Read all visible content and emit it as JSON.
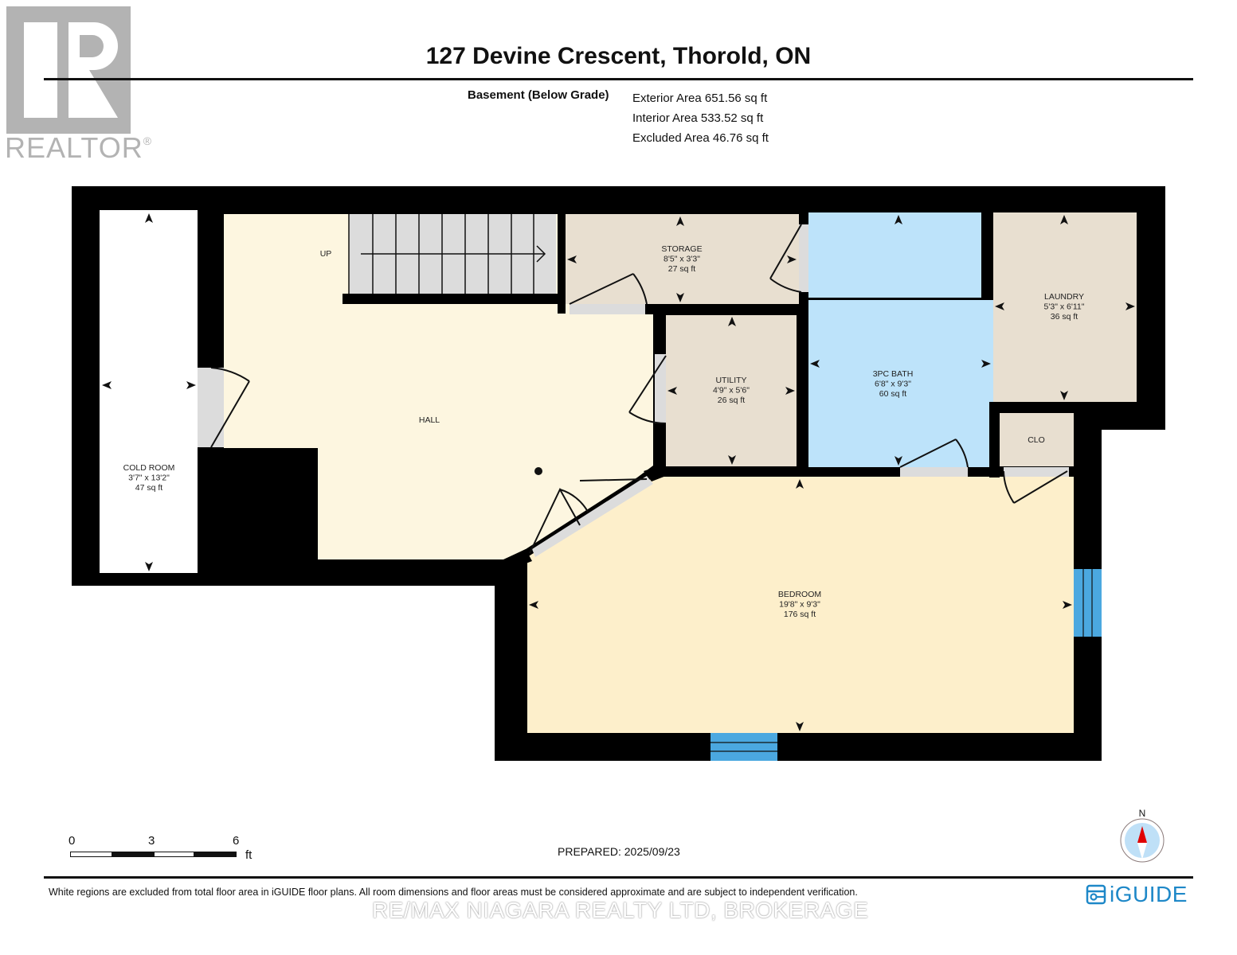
{
  "header": {
    "title": "127 Devine Crescent, Thorold, ON",
    "level_name": "Basement (Below Grade)",
    "areas": [
      "Exterior Area 651.56 sq ft",
      "Interior Area 533.52 sq ft",
      "Excluded Area 46.76 sq ft"
    ]
  },
  "branding": {
    "realtor_text": "REALTOR",
    "realtor_mark": "®",
    "iguide_text": "iGUIDE",
    "watermark": "RE/MAX NIAGARA REALTY LTD, BROKERAGE"
  },
  "colors": {
    "wall": "#000000",
    "hall": "#fdf6e0",
    "bedroom": "#fdefcb",
    "storage": "#e8dfd0",
    "bath": "#bde3fa",
    "excluded": "#ffffff",
    "door_opening": "#dcdcdc",
    "window": "#4ba8e0",
    "iguide_blue": "#1e88c8",
    "compass_red": "#e00000",
    "compass_fill": "#bfe0f7"
  },
  "rooms": [
    {
      "name": "COLD ROOM",
      "dims": "3'7\" x 13'2\"",
      "area": "47 sq ft"
    },
    {
      "name": "HALL",
      "dims": "",
      "area": ""
    },
    {
      "name": "STORAGE",
      "dims": "8'5\" x 3'3\"",
      "area": "27 sq ft"
    },
    {
      "name": "UTILITY",
      "dims": "4'9\" x 5'6\"",
      "area": "26 sq ft"
    },
    {
      "name": "3PC BATH",
      "dims": "6'8\" x 9'3\"",
      "area": "60 sq ft"
    },
    {
      "name": "LAUNDRY",
      "dims": "5'3\" x 6'11\"",
      "area": "36 sq ft"
    },
    {
      "name": "CLO",
      "dims": "",
      "area": ""
    },
    {
      "name": "BEDROOM",
      "dims": "19'8\" x 9'3\"",
      "area": "176 sq ft"
    }
  ],
  "stairs": {
    "label": "UP"
  },
  "scale_bar": {
    "ticks": [
      "0",
      "3",
      "6"
    ],
    "unit": "ft"
  },
  "compass": {
    "label": "N"
  },
  "footer": {
    "prepared": "PREPARED: 2025/09/23",
    "disclaimer": "White regions are excluded from total floor area in iGUIDE floor plans. All room dimensions and floor areas must be considered approximate and are subject to independent verification."
  }
}
